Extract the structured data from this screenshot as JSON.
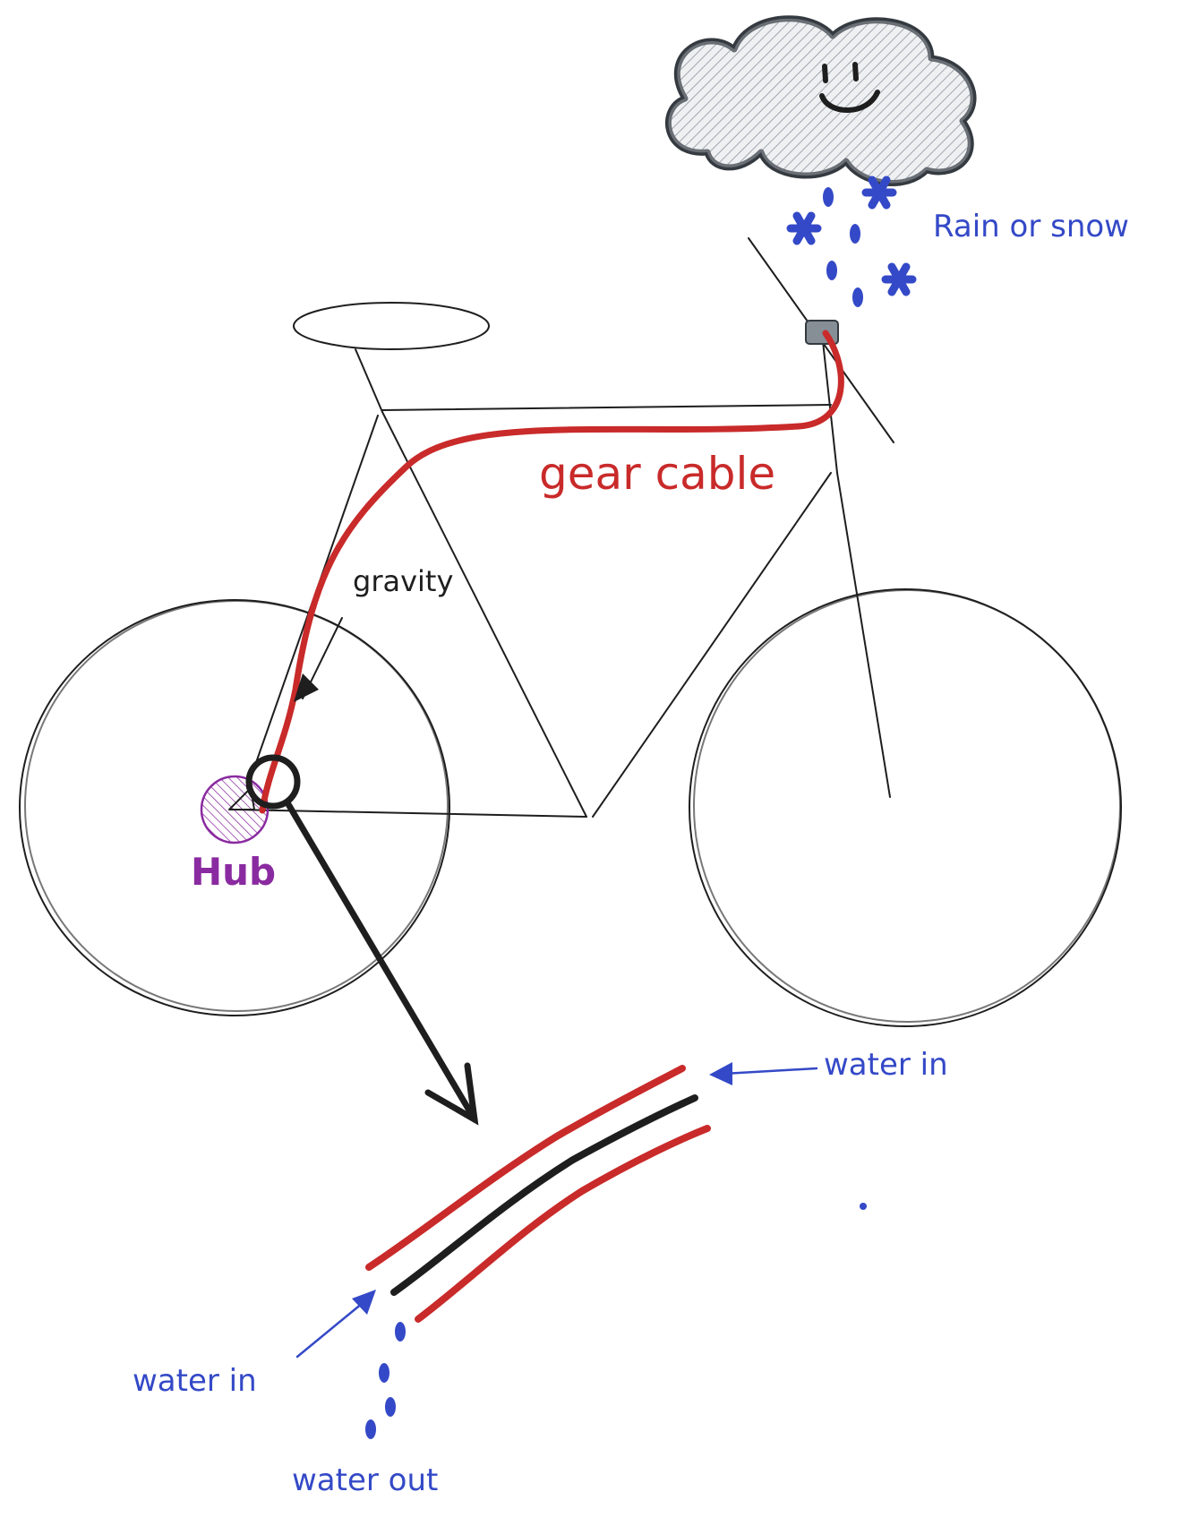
{
  "labels": {
    "rain_or_snow": "Rain or snow",
    "gear_cable": "gear cable",
    "gravity": "gravity",
    "hub": "Hub",
    "water_in_top": "water in",
    "water_in_left": "water in",
    "water_out": "water out"
  },
  "colors": {
    "cable": "#c92a2a",
    "water": "#3449c7",
    "frame": "#1e1e1e",
    "hub": "#8a2aa0",
    "cloud_fill": "#ced4da",
    "cloud_stroke": "#343a40"
  },
  "icons": {
    "cloud": "smiling-cloud-icon",
    "snowflake": "snowflake-icon",
    "raindrop": "raindrop-icon"
  }
}
